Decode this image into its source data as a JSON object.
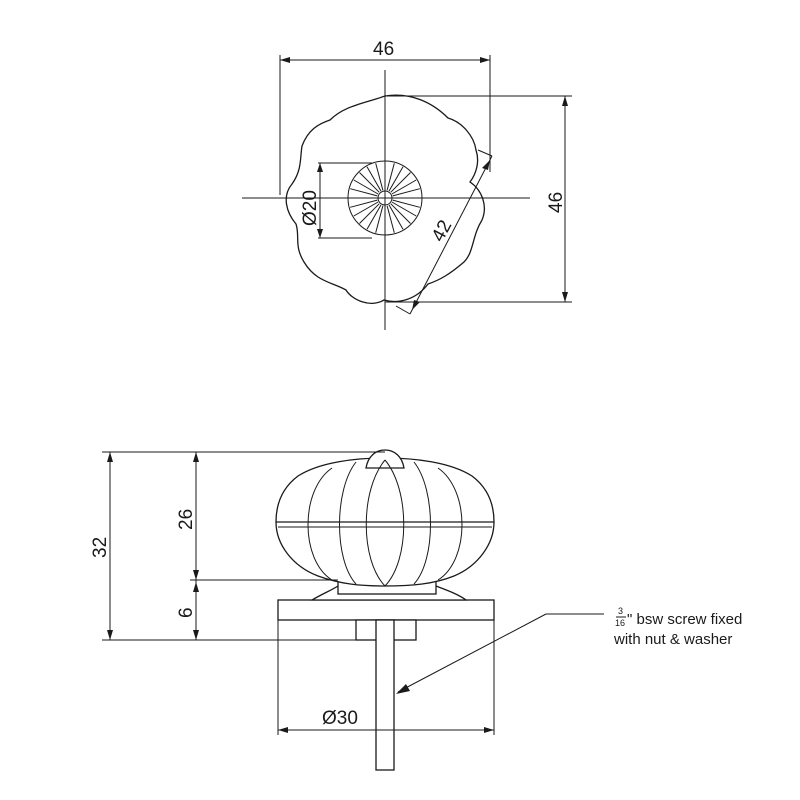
{
  "top_view": {
    "dim_width": "46",
    "dim_height": "46",
    "dim_diagonal": "42",
    "dim_center_dia": "Ø20"
  },
  "side_view": {
    "dim_total_height": "32",
    "dim_knob_height": "26",
    "dim_base_height": "6",
    "dim_base_dia": "Ø30"
  },
  "note": {
    "frac_num": "3",
    "frac_den": "16",
    "line1_suffix": "\" bsw screw fixed",
    "line2": "with nut & washer"
  }
}
